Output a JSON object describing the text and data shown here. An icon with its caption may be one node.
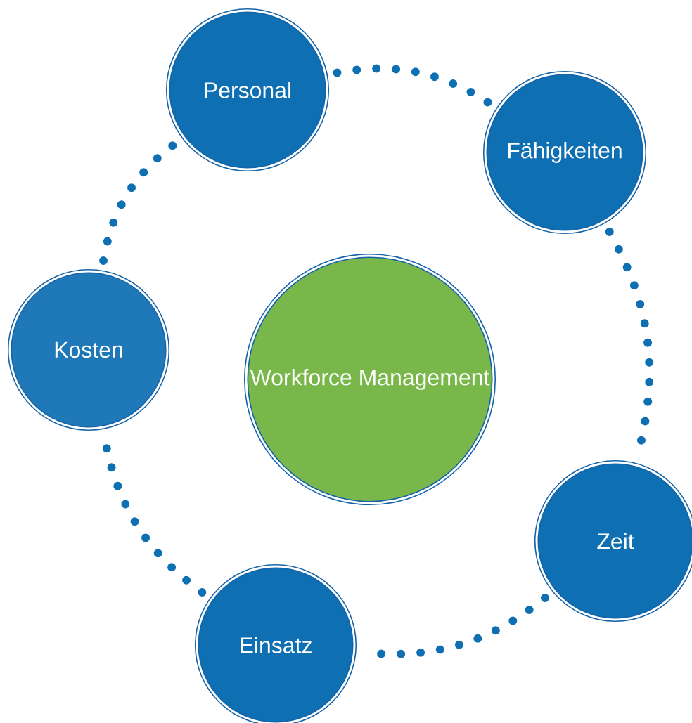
{
  "diagram": {
    "nodes": [
      {
        "text": [
          "Personal"
        ]
      },
      {
        "text": [
          "Fähigkeiten"
        ]
      },
      {
        "text": [
          "Zeit"
        ]
      },
      {
        "text": [
          "Einsatz"
        ]
      },
      {
        "text": [
          "Kosten"
        ]
      },
      {
        "text": [
          "Workforce Management"
        ]
      }
    ],
    "edges": [
      {
        "from": 0,
        "to": 1,
        "arrow": "none"
      },
      {
        "from": 1,
        "to": 2,
        "arrow": "none"
      },
      {
        "from": 2,
        "to": 3,
        "arrow": "none"
      },
      {
        "from": 3,
        "to": 4,
        "arrow": "none"
      },
      {
        "from": 4,
        "to": 0,
        "arrow": "none"
      }
    ]
  }
}
